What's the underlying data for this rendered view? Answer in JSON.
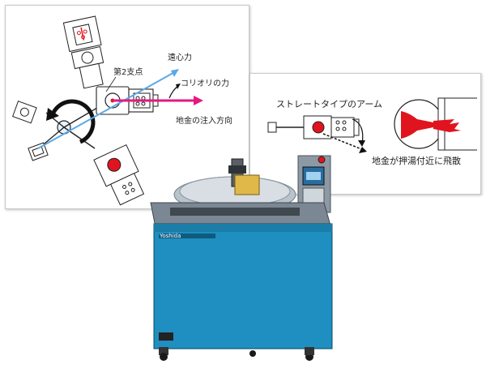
{
  "left_diagram": {
    "second_pivot_label": "第2支点",
    "centrifugal_force_label": "遠心力",
    "coriolis_force_label": "コリオリの力",
    "pour_direction_label": "地金の注入方向"
  },
  "right_diagram": {
    "straight_arm_label": "ストレートタイプのアーム",
    "scatter_label": "地金が押湯付近に飛散"
  },
  "machine": {
    "brand_plate": "Yoshida",
    "model_plate": "",
    "colors": {
      "body": "#1e8fc0",
      "top": "#cfd6dc",
      "panel": "#7d8a96"
    }
  },
  "colors": {
    "red": "#e0141e",
    "magenta": "#e3197f",
    "blue": "#5aa9e6",
    "black": "#111111"
  }
}
